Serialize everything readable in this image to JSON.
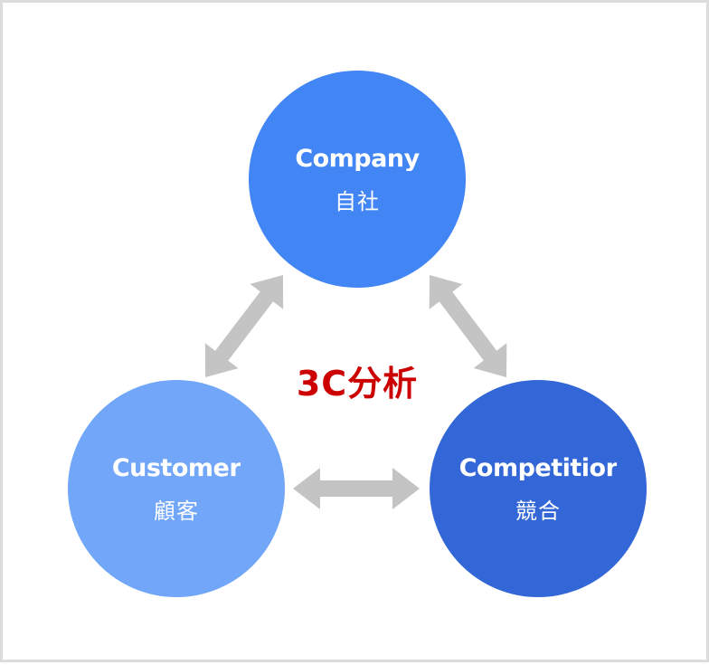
{
  "title": "3C分析",
  "colors": {
    "company": "#4285f4",
    "customer": "#72a6f8",
    "competitor": "#3366d6",
    "arrow": "#c4c4c4",
    "title": "#cc0000"
  },
  "nodes": {
    "company": {
      "en": "Company",
      "ja": "自社"
    },
    "customer": {
      "en": "Customer",
      "ja": "顧客"
    },
    "competitor": {
      "en": "Competitior",
      "ja": "競合"
    }
  }
}
